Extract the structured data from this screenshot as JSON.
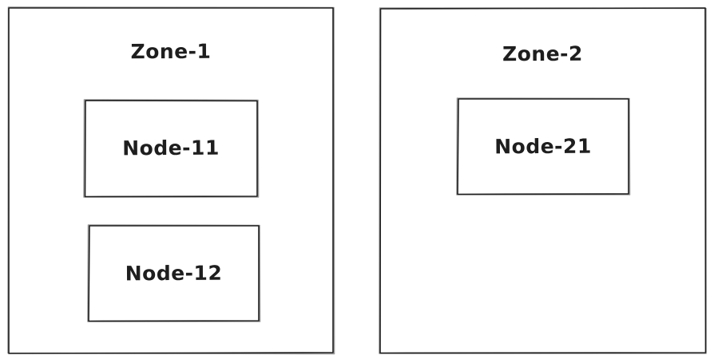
{
  "colors": {
    "stroke": "#1e1e1e",
    "background": "#ffffff"
  },
  "diagram": {
    "zones": [
      {
        "label": "Zone-1",
        "nodes": [
          {
            "label": "Node-11"
          },
          {
            "label": "Node-12"
          }
        ]
      },
      {
        "label": "Zone-2",
        "nodes": [
          {
            "label": "Node-21"
          }
        ]
      }
    ]
  }
}
